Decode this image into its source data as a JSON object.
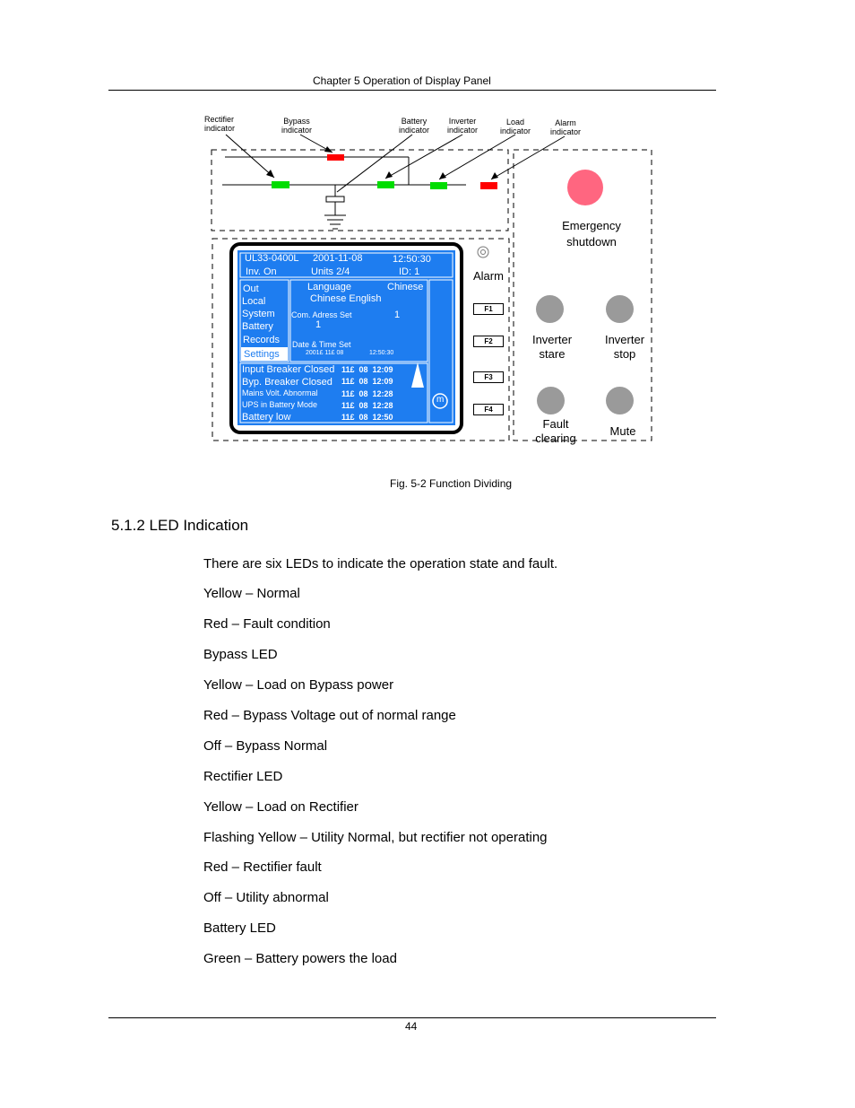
{
  "header": {
    "chapter_title": "Chapter 5  Operation of Display Panel"
  },
  "figure": {
    "indicator_labels": {
      "rectifier": "Rectifier\nindicator",
      "bypass": "Bypass\nindicator",
      "battery": "Battery\nindicator",
      "inverter": "Inverter\nindicator",
      "load": "Load\nindicator",
      "alarm": "Alarm\nindicator"
    },
    "led_colors": {
      "green": "#00dd00",
      "red": "#ff0000",
      "screen": "#1e7df0",
      "emergency": "#ff6680",
      "button": "#9a9a9a"
    },
    "lcd": {
      "model": "UL33-0400L",
      "date": "2001-11-08",
      "time": "12:50:30",
      "inv_status": "Inv. On",
      "units": "Units  2/4",
      "id": "ID: 1",
      "menu": [
        "Out",
        "Local",
        "System",
        "Battery",
        "Records",
        "Settings"
      ],
      "settings": {
        "language_label": "Language",
        "language_value": "Chinese",
        "language_options": "Chinese   English",
        "com_label": "Com. Adress Set",
        "com_value": "1",
        "com_value2": "1",
        "datetime_label": "Date & Time Set",
        "datetime_date": "2001£ 11£ 08",
        "datetime_time": "12:50:30"
      },
      "events": [
        {
          "text": "Input Breaker Closed",
          "stamp": "11£  08  12:09"
        },
        {
          "text": "Byp. Breaker Closed",
          "stamp": "11£  08  12:09"
        },
        {
          "text": "Mains Volt. Abnormal",
          "stamp": "11£  08  12:28"
        },
        {
          "text": "UPS in Battery Mode",
          "stamp": "11£  08  12:28"
        },
        {
          "text": "Battery low",
          "stamp": "11£  08  12:50"
        }
      ],
      "m_button": "m"
    },
    "alarm_label": "Alarm",
    "function_keys": [
      "F1",
      "F2",
      "F3",
      "F4"
    ],
    "buttons": {
      "emergency": "Emergency\nshutdown",
      "inverter_start": "Inverter\nstare",
      "inverter_stop": "Inverter\nstop",
      "fault_clearing": "Fault\nclearing",
      "mute": "Mute"
    },
    "caption": "Fig. 5-2  Function Dividing"
  },
  "section": {
    "heading": "5.1.2  LED Indication",
    "lines": [
      "There are six LEDs to indicate the operation state and fault.",
      "Yellow – Normal",
      "Red – Fault condition",
      "Bypass LED",
      "Yellow – Load on Bypass power",
      "Red – Bypass Voltage out of normal range",
      "Off – Bypass Normal",
      "Rectifier LED",
      "Yellow – Load on Rectifier",
      "Flashing Yellow – Utility Normal, but rectifier not operating",
      "Red – Rectifier fault",
      "Off – Utility abnormal",
      "Battery LED",
      "Green – Battery powers the load"
    ]
  },
  "footer": {
    "page_number": "44"
  }
}
